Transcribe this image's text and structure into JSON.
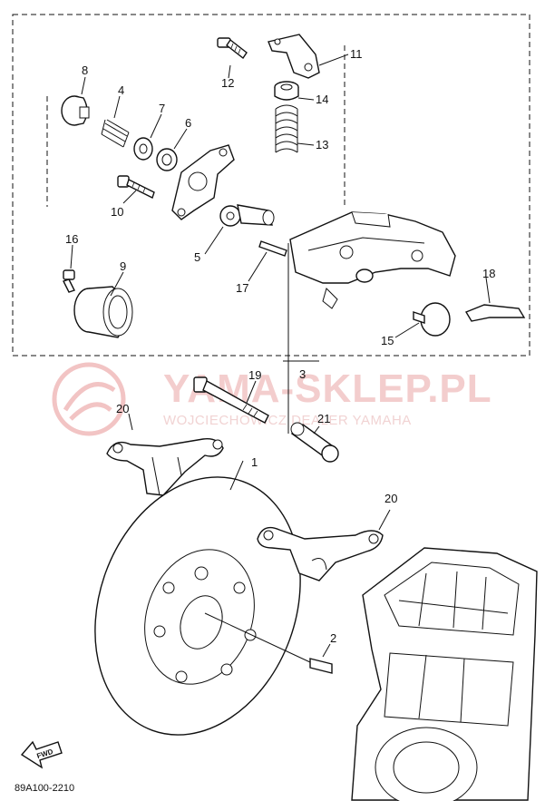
{
  "watermark": {
    "title": "YAMA-SKLEP.PL",
    "subtitle": "WOJCIECHOWICZ DEALER YAMAHA",
    "accent_color": "#e07a7a"
  },
  "diagram_code": "89A100-2210",
  "fwd_label": "FWD",
  "callouts": {
    "c1": "1",
    "c2": "2",
    "c3": "3",
    "c4": "4",
    "c5": "5",
    "c6": "6",
    "c7": "7",
    "c8": "8",
    "c9": "9",
    "c10": "10",
    "c11": "11",
    "c12": "12",
    "c13": "13",
    "c14": "14",
    "c15": "15",
    "c16": "16",
    "c17": "17",
    "c18": "18",
    "c19": "19",
    "c20a": "20",
    "c20b": "20",
    "c21": "21"
  }
}
